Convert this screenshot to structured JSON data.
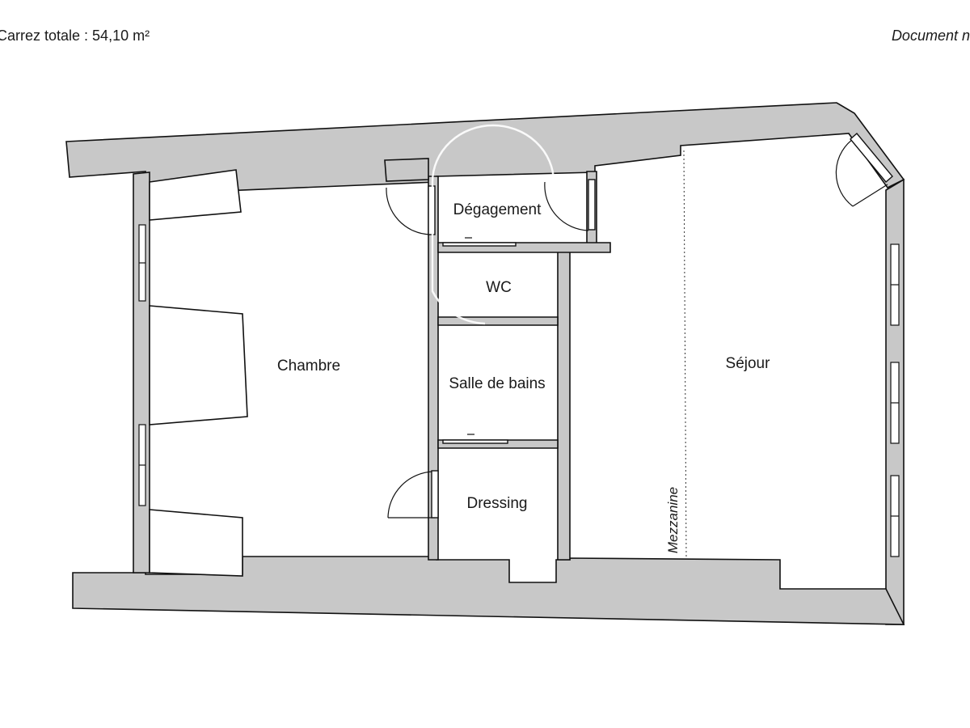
{
  "header": {
    "left_text": "Carrez totale : 54,10 m²",
    "right_text": "Document n"
  },
  "rooms": {
    "chambre": "Chambre",
    "degagement": "Dégagement",
    "wc": "WC",
    "salle_de_bains": "Salle de bains",
    "dressing": "Dressing",
    "sejour": "Séjour",
    "mezzanine": "Mezzanine"
  },
  "colors": {
    "wall_fill": "#c8c8c8",
    "line": "#111111",
    "background": "#ffffff"
  }
}
